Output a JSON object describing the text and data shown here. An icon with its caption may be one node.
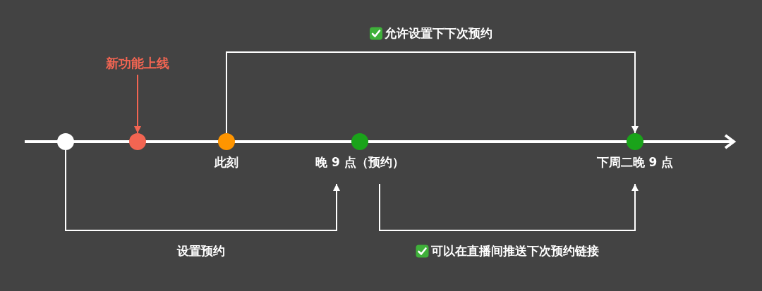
{
  "diagram": {
    "nodes": [
      {
        "text": [],
        "shape": "circle"
      },
      {
        "text": [
          "新功能上线"
        ]
      },
      {
        "text": [],
        "shape": "circle"
      },
      {
        "text": [],
        "shape": "circle",
        "beside": [
          "此刻"
        ]
      },
      {
        "text": [],
        "shape": "circle",
        "beside": [
          "晚 9 点（预约）"
        ]
      },
      {
        "text": [],
        "shape": "circle",
        "beside": [
          "下周二晚 9 点"
        ]
      }
    ],
    "edges": [
      {
        "from": 1,
        "to": 2,
        "arrow": "to",
        "color": "#f26552"
      },
      {
        "from": 3,
        "to": 5,
        "arrow": "to",
        "label": "允许设置下下次预约"
      },
      {
        "from": 0,
        "to": 4,
        "arrow": "to",
        "label": "设置预约"
      },
      {
        "from": 4,
        "to": 5,
        "arrow": "to",
        "label": "可以在直播间推送下次预约链接"
      }
    ]
  }
}
